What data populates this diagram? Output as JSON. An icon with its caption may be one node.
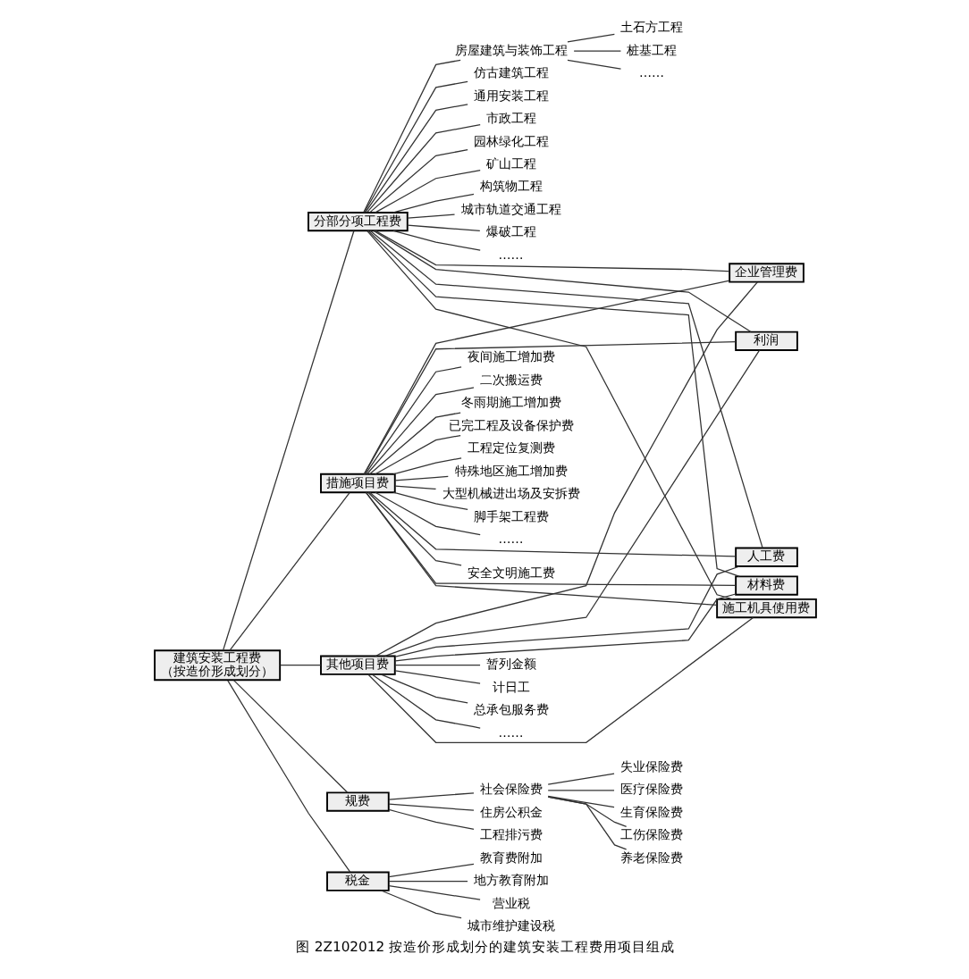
{
  "diagram": {
    "caption": "图 2Z102012 按造价形成划分的建筑安装工程费用项目组成",
    "nodes": [
      {
        "text": [
          "建筑安装工程费",
          "（按造价形成划分）"
        ]
      },
      {
        "text": [
          "分部分项工程费"
        ]
      },
      {
        "text": [
          "房屋建筑与装饰工程"
        ]
      },
      {
        "text": [
          "仿古建筑工程"
        ]
      },
      {
        "text": [
          "通用安装工程"
        ]
      },
      {
        "text": [
          "市政工程"
        ]
      },
      {
        "text": [
          "园林绿化工程"
        ]
      },
      {
        "text": [
          "矿山工程"
        ]
      },
      {
        "text": [
          "构筑物工程"
        ]
      },
      {
        "text": [
          "城市轨道交通工程"
        ]
      },
      {
        "text": [
          "爆破工程"
        ]
      },
      {
        "text": [
          "……"
        ]
      },
      {
        "text": [
          "土石方工程"
        ]
      },
      {
        "text": [
          "桩基工程"
        ]
      },
      {
        "text": [
          "……"
        ]
      },
      {
        "text": [
          "措施项目费"
        ]
      },
      {
        "text": [
          "安全文明施工费"
        ]
      },
      {
        "text": [
          "夜间施工增加费"
        ]
      },
      {
        "text": [
          "二次搬运费"
        ]
      },
      {
        "text": [
          "冬雨期施工增加费"
        ]
      },
      {
        "text": [
          "已完工程及设备保护费"
        ]
      },
      {
        "text": [
          "工程定位复测费"
        ]
      },
      {
        "text": [
          "特殊地区施工增加费"
        ]
      },
      {
        "text": [
          "大型机械进出场及安拆费"
        ]
      },
      {
        "text": [
          "脚手架工程费"
        ]
      },
      {
        "text": [
          "……"
        ]
      },
      {
        "text": [
          "其他项目费"
        ]
      },
      {
        "text": [
          "暂列金额"
        ]
      },
      {
        "text": [
          "计日工"
        ]
      },
      {
        "text": [
          "总承包服务费"
        ]
      },
      {
        "text": [
          "……"
        ]
      },
      {
        "text": [
          "规费"
        ]
      },
      {
        "text": [
          "社会保险费"
        ]
      },
      {
        "text": [
          "养老保险费"
        ]
      },
      {
        "text": [
          "失业保险费"
        ]
      },
      {
        "text": [
          "医疗保险费"
        ]
      },
      {
        "text": [
          "生育保险费"
        ]
      },
      {
        "text": [
          "工伤保险费"
        ]
      },
      {
        "text": [
          "住房公积金"
        ]
      },
      {
        "text": [
          "工程排污费"
        ]
      },
      {
        "text": [
          "税金"
        ]
      },
      {
        "text": [
          "营业税"
        ]
      },
      {
        "text": [
          "城市维护建设税"
        ]
      },
      {
        "text": [
          "教育费附加"
        ]
      },
      {
        "text": [
          "地方教育附加"
        ]
      },
      {
        "text": [
          "人工费"
        ]
      },
      {
        "text": [
          "材料费"
        ]
      },
      {
        "text": [
          "施工机具使用费"
        ]
      },
      {
        "text": [
          "企业管理费"
        ]
      },
      {
        "text": [
          "利润"
        ]
      }
    ],
    "edges": [
      {
        "from": 0,
        "to": 1,
        "arrow": "none"
      },
      {
        "from": 0,
        "to": 15,
        "arrow": "none"
      },
      {
        "from": 0,
        "to": 26,
        "arrow": "none"
      },
      {
        "from": 0,
        "to": 31,
        "arrow": "none"
      },
      {
        "from": 0,
        "to": 40,
        "arrow": "none"
      },
      {
        "from": 1,
        "to": 2,
        "arrow": "none"
      },
      {
        "from": 1,
        "to": 3,
        "arrow": "none"
      },
      {
        "from": 1,
        "to": 4,
        "arrow": "none"
      },
      {
        "from": 1,
        "to": 5,
        "arrow": "none"
      },
      {
        "from": 1,
        "to": 6,
        "arrow": "none"
      },
      {
        "from": 1,
        "to": 7,
        "arrow": "none"
      },
      {
        "from": 1,
        "to": 8,
        "arrow": "none"
      },
      {
        "from": 1,
        "to": 9,
        "arrow": "none"
      },
      {
        "from": 1,
        "to": 10,
        "arrow": "none"
      },
      {
        "from": 1,
        "to": 11,
        "arrow": "none"
      },
      {
        "from": 2,
        "to": 12,
        "arrow": "none"
      },
      {
        "from": 2,
        "to": 13,
        "arrow": "none"
      },
      {
        "from": 2,
        "to": 14,
        "arrow": "none"
      },
      {
        "from": 15,
        "to": 16,
        "arrow": "none"
      },
      {
        "from": 15,
        "to": 17,
        "arrow": "none"
      },
      {
        "from": 15,
        "to": 18,
        "arrow": "none"
      },
      {
        "from": 15,
        "to": 19,
        "arrow": "none"
      },
      {
        "from": 15,
        "to": 20,
        "arrow": "none"
      },
      {
        "from": 15,
        "to": 21,
        "arrow": "none"
      },
      {
        "from": 15,
        "to": 22,
        "arrow": "none"
      },
      {
        "from": 15,
        "to": 23,
        "arrow": "none"
      },
      {
        "from": 15,
        "to": 24,
        "arrow": "none"
      },
      {
        "from": 15,
        "to": 25,
        "arrow": "none"
      },
      {
        "from": 26,
        "to": 27,
        "arrow": "none"
      },
      {
        "from": 26,
        "to": 28,
        "arrow": "none"
      },
      {
        "from": 26,
        "to": 29,
        "arrow": "none"
      },
      {
        "from": 26,
        "to": 30,
        "arrow": "none"
      },
      {
        "from": 31,
        "to": 32,
        "arrow": "none"
      },
      {
        "from": 31,
        "to": 38,
        "arrow": "none"
      },
      {
        "from": 31,
        "to": 39,
        "arrow": "none"
      },
      {
        "from": 32,
        "to": 33,
        "arrow": "none"
      },
      {
        "from": 32,
        "to": 34,
        "arrow": "none"
      },
      {
        "from": 32,
        "to": 35,
        "arrow": "none"
      },
      {
        "from": 32,
        "to": 36,
        "arrow": "none"
      },
      {
        "from": 32,
        "to": 37,
        "arrow": "none"
      },
      {
        "from": 40,
        "to": 41,
        "arrow": "none"
      },
      {
        "from": 40,
        "to": 42,
        "arrow": "none"
      },
      {
        "from": 40,
        "to": 43,
        "arrow": "none"
      },
      {
        "from": 40,
        "to": 44,
        "arrow": "none"
      },
      {
        "from": 1,
        "to": 45,
        "arrow": "none"
      },
      {
        "from": 1,
        "to": 46,
        "arrow": "none"
      },
      {
        "from": 1,
        "to": 47,
        "arrow": "none"
      },
      {
        "from": 1,
        "to": 48,
        "arrow": "none"
      },
      {
        "from": 1,
        "to": 49,
        "arrow": "none"
      },
      {
        "from": 15,
        "to": 45,
        "arrow": "none"
      },
      {
        "from": 15,
        "to": 46,
        "arrow": "none"
      },
      {
        "from": 15,
        "to": 47,
        "arrow": "none"
      },
      {
        "from": 15,
        "to": 48,
        "arrow": "none"
      },
      {
        "from": 15,
        "to": 49,
        "arrow": "none"
      },
      {
        "from": 26,
        "to": 45,
        "arrow": "none"
      },
      {
        "from": 26,
        "to": 46,
        "arrow": "none"
      },
      {
        "from": 26,
        "to": 47,
        "arrow": "none"
      },
      {
        "from": 26,
        "to": 48,
        "arrow": "none"
      },
      {
        "from": 26,
        "to": 49,
        "arrow": "none"
      }
    ]
  }
}
